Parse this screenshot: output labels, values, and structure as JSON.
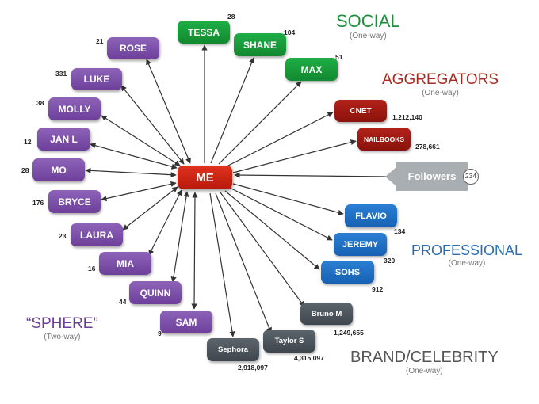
{
  "center": {
    "label": "ME"
  },
  "followers": {
    "label": "Followers",
    "count": "234"
  },
  "categories": {
    "social": {
      "title": "SOCIAL",
      "subtitle": "(One-way)",
      "color": "#1e8f3a"
    },
    "aggregators": {
      "title": "AGGREGATORS",
      "subtitle": "(One-way)",
      "color": "#a62a22"
    },
    "professional": {
      "title": "PROFESSIONAL",
      "subtitle": "(One-way)",
      "color": "#2a6db3"
    },
    "brand": {
      "title": "BRAND/CELEBRITY",
      "subtitle": "(One-way)",
      "color": "#555555"
    },
    "sphere": {
      "title": "“SPHERE”",
      "subtitle": "(Two-way)",
      "color": "#6a3d9a"
    }
  },
  "nodes": [
    {
      "id": "rose",
      "label": "ROSE",
      "count": "21",
      "group": "sphere"
    },
    {
      "id": "luke",
      "label": "LUKE",
      "count": "331",
      "group": "sphere"
    },
    {
      "id": "molly",
      "label": "MOLLY",
      "count": "38",
      "group": "sphere"
    },
    {
      "id": "janl",
      "label": "JAN L",
      "count": "12",
      "group": "sphere"
    },
    {
      "id": "mo",
      "label": "MO",
      "count": "28",
      "group": "sphere"
    },
    {
      "id": "bryce",
      "label": "BRYCE",
      "count": "176",
      "group": "sphere"
    },
    {
      "id": "laura",
      "label": "LAURA",
      "count": "23",
      "group": "sphere"
    },
    {
      "id": "mia",
      "label": "MIA",
      "count": "16",
      "group": "sphere"
    },
    {
      "id": "quinn",
      "label": "QUINN",
      "count": "44",
      "group": "sphere"
    },
    {
      "id": "sam",
      "label": "SAM",
      "count": "9",
      "group": "sphere"
    },
    {
      "id": "tessa",
      "label": "TESSA",
      "count": "28",
      "group": "social"
    },
    {
      "id": "shane",
      "label": "SHANE",
      "count": "104",
      "group": "social"
    },
    {
      "id": "max",
      "label": "MAX",
      "count": "51",
      "group": "social"
    },
    {
      "id": "cnet",
      "label": "CNET",
      "count": "1,212,140",
      "group": "aggregators"
    },
    {
      "id": "nailbooks",
      "label": "NAILBOOKS",
      "count": "278,661",
      "group": "aggregators"
    },
    {
      "id": "flavio",
      "label": "FLAVIO",
      "count": "134",
      "group": "professional"
    },
    {
      "id": "jeremy",
      "label": "JEREMY",
      "count": "320",
      "group": "professional"
    },
    {
      "id": "sohs",
      "label": "SOHS",
      "count": "912",
      "group": "professional"
    },
    {
      "id": "brunom",
      "label": "Bruno M",
      "count": "1,249,655",
      "group": "brand"
    },
    {
      "id": "taylors",
      "label": "Taylor S",
      "count": "4,315,097",
      "group": "brand"
    },
    {
      "id": "sephora",
      "label": "Sephora",
      "count": "2,918,097",
      "group": "brand"
    }
  ]
}
